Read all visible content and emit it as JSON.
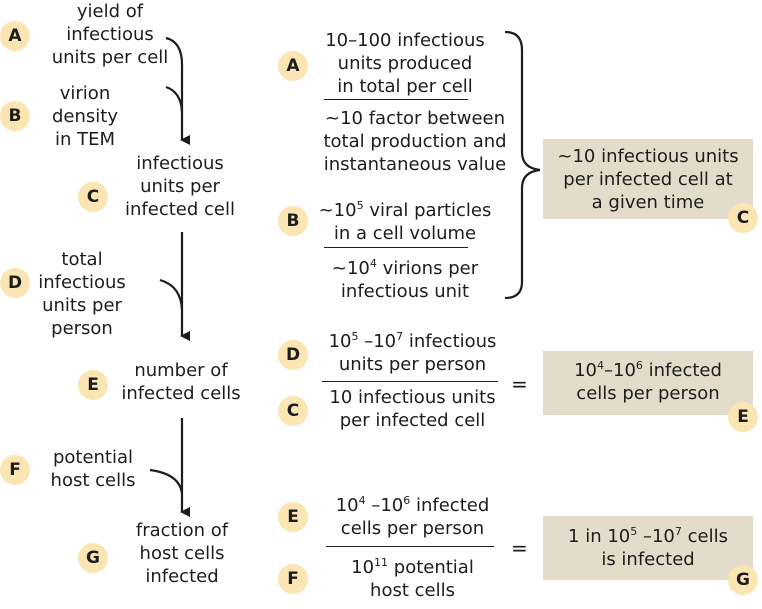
{
  "badges": {
    "a": "A",
    "b": "B",
    "c": "C",
    "d": "D",
    "e": "E",
    "f": "F",
    "g": "G"
  },
  "left": {
    "yield_l1": "yield of",
    "yield_l2": "infectious",
    "yield_l3": "units per cell",
    "density_l1": "virion",
    "density_l2": "density",
    "density_l3": "in TEM",
    "iu_cell_l1": "infectious",
    "iu_cell_l2": "units per",
    "iu_cell_l3": "infected cell",
    "total_l1": "total",
    "total_l2": "infectious",
    "total_l3": "units per",
    "total_l4": "person",
    "num_l1": "number of",
    "num_l2": "infected cells",
    "potential_l1": "potential",
    "potential_l2": "host cells",
    "fraction_l1": "fraction of",
    "fraction_l2": "host cells",
    "fraction_l3": "infected"
  },
  "middle": {
    "a_num_l1": "10–100 infectious",
    "a_num_l2": "units produced",
    "a_num_l3": "in total per cell",
    "a_den_l1": "~10 factor between",
    "a_den_l2": "total production and",
    "a_den_l3": "instantaneous value",
    "b_num_pre": "~10",
    "b_num_exp": "5",
    "b_num_post": " viral particles",
    "b_num_l2": "in a cell volume",
    "b_den_pre": "~10",
    "b_den_exp": "4",
    "b_den_post": " virions per",
    "b_den_l2": "infectious unit",
    "d_num_b1": "10",
    "d_num_e1": "5",
    "d_num_mid": " –10",
    "d_num_e2": "7",
    "d_num_post": " infectious",
    "d_num_l2": "units per person",
    "c_den_l1": "10 infectious units",
    "c_den_l2": "per infected cell",
    "e_num_b1": "10",
    "e_num_e1": "4",
    "e_num_mid": " –10",
    "e_num_e2": "6",
    "e_num_post": " infected",
    "e_num_l2": "cells per person",
    "f_den_b1": "10",
    "f_den_e1": "11",
    "f_den_post": " potential",
    "f_den_l2": "host cells",
    "equals": "="
  },
  "results": {
    "c_l1": "~10 infectious units",
    "c_l2": "per infected cell at",
    "c_l3": "a given time",
    "e_b1": "10",
    "e_e1": "4",
    "e_mid": "–10",
    "e_e2": "6",
    "e_post": " infected",
    "e_l2": "cells per person",
    "g_pre": "1 in 10",
    "g_e1": "5",
    "g_mid": " –10",
    "g_e2": "7",
    "g_post": " cells",
    "g_l2": "is infected"
  },
  "colors": {
    "badge_fill": "#fbe5b2",
    "result_box_fill": "#e4dccb",
    "ink": "#1d1d1d"
  }
}
